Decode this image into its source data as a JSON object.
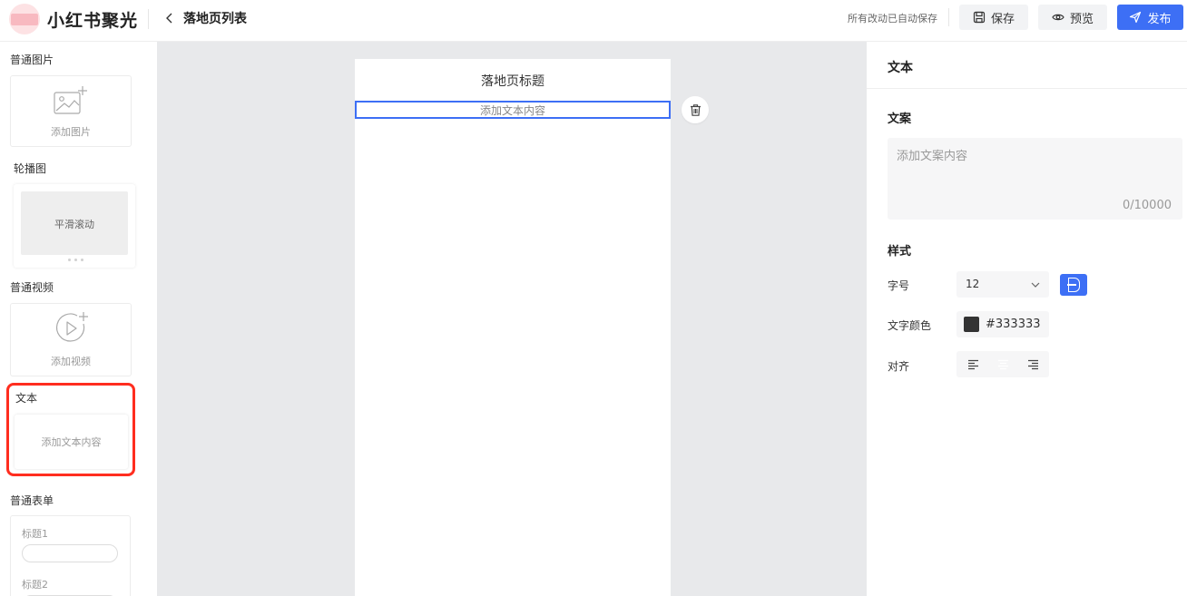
{
  "header": {
    "brand": "小红书聚光",
    "back_label": "落地页列表",
    "autosave_status": "所有改动已自动保存",
    "save_label": "保存",
    "preview_label": "预览",
    "publish_label": "发布",
    "accent_color": "#3d6ff5"
  },
  "components": {
    "image": {
      "section": "普通图片",
      "placeholder": "添加图片"
    },
    "carousel": {
      "section": "轮播图",
      "placeholder": "平滑滚动"
    },
    "video": {
      "section": "普通视频",
      "placeholder": "添加视频"
    },
    "text": {
      "section": "文本",
      "placeholder": "添加文本内容"
    },
    "form": {
      "section": "普通表单",
      "fields": [
        "标题1",
        "标题2"
      ]
    }
  },
  "canvas": {
    "page_title": "落地页标题",
    "text_block": "添加文本内容"
  },
  "properties": {
    "panel_title": "文本",
    "copy_section": "文案",
    "copy_placeholder": "添加文案内容",
    "copy_counter": "0/10000",
    "style_section": "样式",
    "font_size_label": "字号",
    "font_size_value": "12",
    "bold_active": true,
    "text_color_label": "文字颜色",
    "text_color_value": "#333333",
    "align_label": "对齐",
    "align_options": [
      "left",
      "center",
      "right"
    ],
    "align_selected": "center"
  },
  "icons": [
    "image-add-icon",
    "video-add-icon",
    "chevron-left-icon",
    "save-icon",
    "eye-icon",
    "send-icon",
    "trash-icon",
    "chevron-down-icon",
    "bold-icon",
    "align-left-icon",
    "align-center-icon",
    "align-right-icon"
  ]
}
